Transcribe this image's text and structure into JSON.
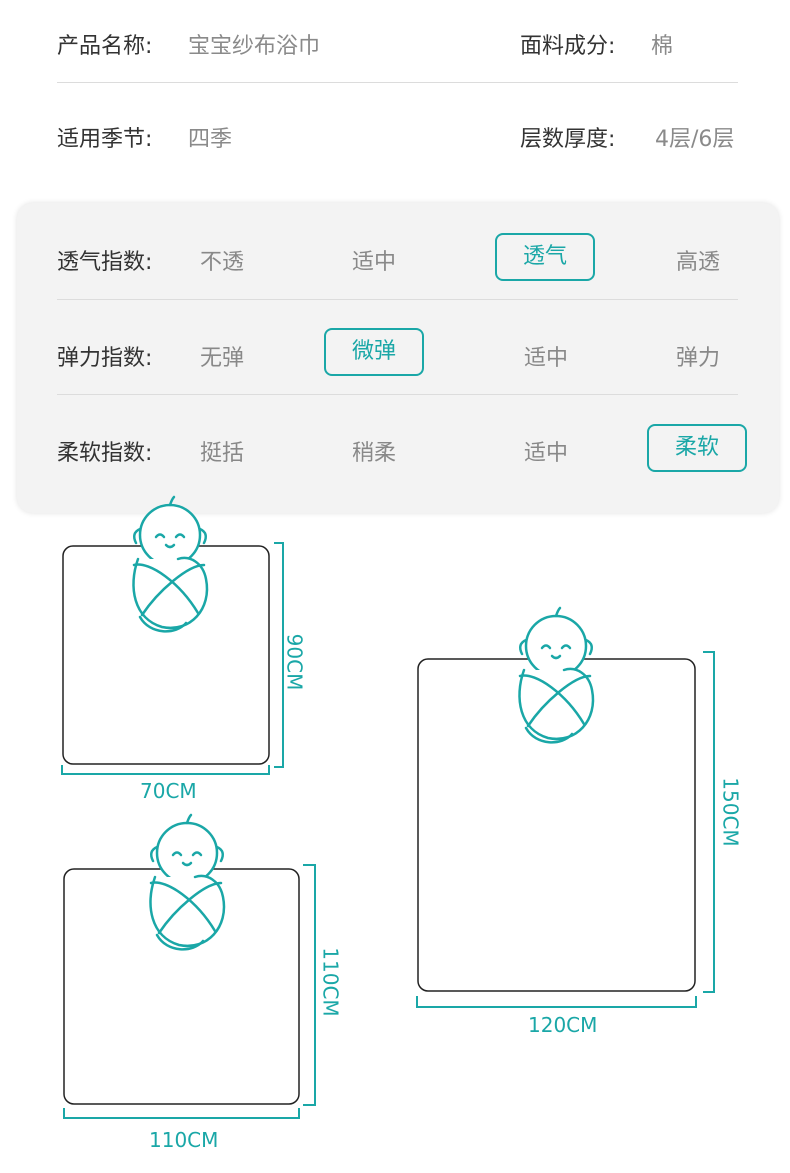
{
  "specs": {
    "product_name_label": "产品名称:",
    "product_name_value": "宝宝纱布浴巾",
    "material_label": "面料成分:",
    "material_value": "棉",
    "season_label": "适用季节:",
    "season_value": "四季",
    "layers_label": "层数厚度:",
    "layers_value": "4层/6层"
  },
  "ratings": [
    {
      "label": "透气指数:",
      "options": [
        "不透",
        "适中",
        "透气",
        "高透"
      ],
      "selected": 2
    },
    {
      "label": "弹力指数:",
      "options": [
        "无弹",
        "微弹",
        "适中",
        "弹力"
      ],
      "selected": 1
    },
    {
      "label": "柔软指数:",
      "options": [
        "挺括",
        "稍柔",
        "适中",
        "柔软"
      ],
      "selected": 3
    }
  ],
  "sizes": {
    "small": {
      "width": "70CM",
      "height": "90CM"
    },
    "medium": {
      "width": "110CM",
      "height": "110CM"
    },
    "large": {
      "width": "120CM",
      "height": "150CM"
    }
  },
  "colors": {
    "accent": "#1aa7a7",
    "panel_bg": "#f3f3f3"
  }
}
